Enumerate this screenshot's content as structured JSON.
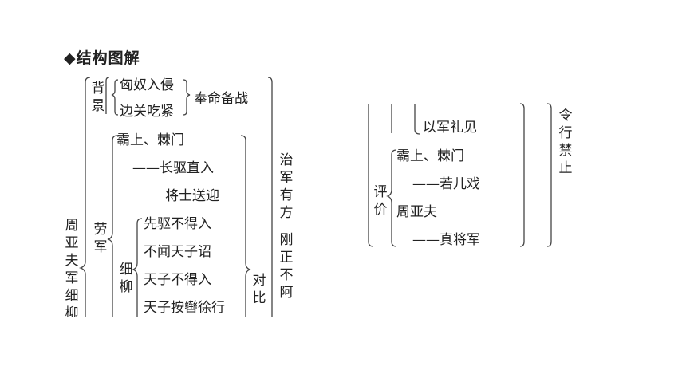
{
  "title": "◆结构图解",
  "left": {
    "root": "周亚夫军细柳",
    "background": {
      "label": "背景",
      "items": [
        "匈奴入侵",
        "边关吃紧"
      ],
      "result": "奉命备战"
    },
    "lao_jun": {
      "label": "劳军",
      "ba_ji": {
        "title": "霸上、棘门",
        "lines": [
          "——长驱直入",
          "将士送迎"
        ]
      },
      "xi_liu": {
        "label": "细柳",
        "items": [
          "先驱不得入",
          "不闻天子诏",
          "天子不得入",
          "天子按辔徐行"
        ]
      },
      "contrast": "对比"
    },
    "right_col_1": "治军有方",
    "right_col_2": "刚正不阿"
  },
  "right": {
    "top_item": "以军礼见",
    "evaluation": {
      "label": "评价",
      "items": [
        "霸上、棘门",
        "——若儿戏",
        "周亚夫",
        "——真将军"
      ]
    },
    "right_col": "令行禁止"
  }
}
